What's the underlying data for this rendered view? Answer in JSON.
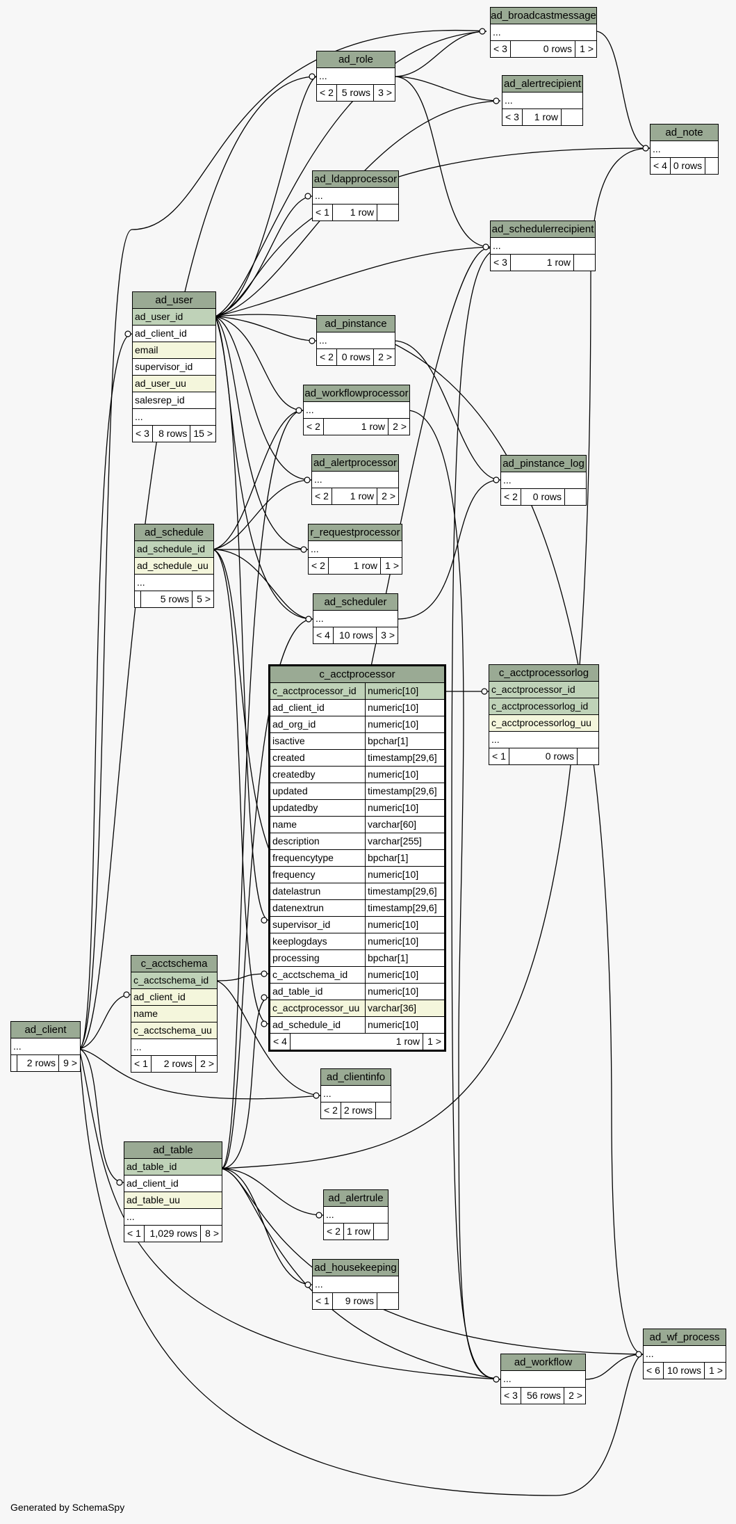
{
  "diagram": {
    "footer": "Generated by SchemaSpy",
    "tables": [
      {
        "id": "ad_broadcastmessage",
        "name": "ad_broadcastmessage",
        "rows": [
          {
            "text": "..."
          }
        ],
        "foot": [
          "< 3",
          "0 rows",
          "1 >"
        ]
      },
      {
        "id": "ad_role",
        "name": "ad_role",
        "rows": [
          {
            "text": "..."
          }
        ],
        "foot": [
          "< 2",
          "5 rows",
          "3 >"
        ]
      },
      {
        "id": "ad_alertrecipient",
        "name": "ad_alertrecipient",
        "rows": [
          {
            "text": "..."
          }
        ],
        "foot": [
          "< 3",
          "1 row",
          ""
        ]
      },
      {
        "id": "ad_note",
        "name": "ad_note",
        "rows": [
          {
            "text": "..."
          }
        ],
        "foot": [
          "< 4",
          "0 rows",
          ""
        ]
      },
      {
        "id": "ad_ldapprocessor",
        "name": "ad_ldapprocessor",
        "rows": [
          {
            "text": "..."
          }
        ],
        "foot": [
          "< 1",
          "1 row",
          ""
        ]
      },
      {
        "id": "ad_schedulerrecipient",
        "name": "ad_schedulerrecipient",
        "rows": [
          {
            "text": "..."
          }
        ],
        "foot": [
          "< 3",
          "1 row",
          ""
        ]
      },
      {
        "id": "ad_user",
        "name": "ad_user",
        "rows": [
          {
            "text": "ad_user_id",
            "kind": "pk"
          },
          {
            "text": "ad_client_id"
          },
          {
            "text": "email",
            "kind": "idx"
          },
          {
            "text": "supervisor_id"
          },
          {
            "text": "ad_user_uu",
            "kind": "idx"
          },
          {
            "text": "salesrep_id"
          },
          {
            "text": "..."
          }
        ],
        "foot": [
          "< 3",
          "8 rows",
          "15 >"
        ]
      },
      {
        "id": "ad_pinstance",
        "name": "ad_pinstance",
        "rows": [
          {
            "text": "..."
          }
        ],
        "foot": [
          "< 2",
          "0 rows",
          "2 >"
        ]
      },
      {
        "id": "ad_workflowprocessor",
        "name": "ad_workflowprocessor",
        "rows": [
          {
            "text": "..."
          }
        ],
        "foot": [
          "< 2",
          "1 row",
          "2 >"
        ]
      },
      {
        "id": "ad_pinstance_log",
        "name": "ad_pinstance_log",
        "rows": [
          {
            "text": "..."
          }
        ],
        "foot": [
          "< 2",
          "0 rows",
          ""
        ]
      },
      {
        "id": "ad_alertprocessor",
        "name": "ad_alertprocessor",
        "rows": [
          {
            "text": "..."
          }
        ],
        "foot": [
          "< 2",
          "1 row",
          "2 >"
        ]
      },
      {
        "id": "ad_schedule",
        "name": "ad_schedule",
        "rows": [
          {
            "text": "ad_schedule_id",
            "kind": "pk"
          },
          {
            "text": "ad_schedule_uu",
            "kind": "idx"
          },
          {
            "text": "..."
          }
        ],
        "foot": [
          "",
          "5 rows",
          "5 >"
        ]
      },
      {
        "id": "r_requestprocessor",
        "name": "r_requestprocessor",
        "rows": [
          {
            "text": "..."
          }
        ],
        "foot": [
          "< 2",
          "1 row",
          "1 >"
        ]
      },
      {
        "id": "ad_scheduler",
        "name": "ad_scheduler",
        "rows": [
          {
            "text": "..."
          }
        ],
        "foot": [
          "< 4",
          "10 rows",
          "3 >"
        ]
      },
      {
        "id": "c_acctprocessor",
        "name": "c_acctprocessor",
        "main": true,
        "rows": [
          {
            "text": "c_acctprocessor_id",
            "type": "numeric[10]",
            "kind": "pk"
          },
          {
            "text": "ad_client_id",
            "type": "numeric[10]"
          },
          {
            "text": "ad_org_id",
            "type": "numeric[10]"
          },
          {
            "text": "isactive",
            "type": "bpchar[1]"
          },
          {
            "text": "created",
            "type": "timestamp[29,6]"
          },
          {
            "text": "createdby",
            "type": "numeric[10]"
          },
          {
            "text": "updated",
            "type": "timestamp[29,6]"
          },
          {
            "text": "updatedby",
            "type": "numeric[10]"
          },
          {
            "text": "name",
            "type": "varchar[60]"
          },
          {
            "text": "description",
            "type": "varchar[255]"
          },
          {
            "text": "frequencytype",
            "type": "bpchar[1]"
          },
          {
            "text": "frequency",
            "type": "numeric[10]"
          },
          {
            "text": "datelastrun",
            "type": "timestamp[29,6]"
          },
          {
            "text": "datenextrun",
            "type": "timestamp[29,6]"
          },
          {
            "text": "supervisor_id",
            "type": "numeric[10]"
          },
          {
            "text": "keeplogdays",
            "type": "numeric[10]"
          },
          {
            "text": "processing",
            "type": "bpchar[1]"
          },
          {
            "text": "c_acctschema_id",
            "type": "numeric[10]"
          },
          {
            "text": "ad_table_id",
            "type": "numeric[10]"
          },
          {
            "text": "c_acctprocessor_uu",
            "type": "varchar[36]",
            "kind": "idx"
          },
          {
            "text": "ad_schedule_id",
            "type": "numeric[10]"
          }
        ],
        "foot": [
          "< 4",
          "1 row",
          "1 >"
        ]
      },
      {
        "id": "c_acctprocessorlog",
        "name": "c_acctprocessorlog",
        "rows": [
          {
            "text": "c_acctprocessor_id",
            "kind": "pk"
          },
          {
            "text": "c_acctprocessorlog_id",
            "kind": "pk"
          },
          {
            "text": "c_acctprocessorlog_uu",
            "kind": "idx"
          },
          {
            "text": "..."
          }
        ],
        "foot": [
          "< 1",
          "0 rows",
          ""
        ]
      },
      {
        "id": "c_acctschema",
        "name": "c_acctschema",
        "rows": [
          {
            "text": "c_acctschema_id",
            "kind": "pk"
          },
          {
            "text": "ad_client_id",
            "kind": "idx"
          },
          {
            "text": "name",
            "kind": "idx"
          },
          {
            "text": "c_acctschema_uu",
            "kind": "idx"
          },
          {
            "text": "..."
          }
        ],
        "foot": [
          "< 1",
          "2 rows",
          "2 >"
        ]
      },
      {
        "id": "ad_client",
        "name": "ad_client",
        "rows": [
          {
            "text": "..."
          }
        ],
        "foot": [
          "",
          "2 rows",
          "9 >"
        ]
      },
      {
        "id": "ad_clientinfo",
        "name": "ad_clientinfo",
        "rows": [
          {
            "text": "..."
          }
        ],
        "foot": [
          "< 2",
          "2 rows",
          ""
        ]
      },
      {
        "id": "ad_table",
        "name": "ad_table",
        "rows": [
          {
            "text": "ad_table_id",
            "kind": "pk"
          },
          {
            "text": "ad_client_id"
          },
          {
            "text": "ad_table_uu",
            "kind": "idx"
          },
          {
            "text": "..."
          }
        ],
        "foot": [
          "< 1",
          "1,029 rows",
          "8 >"
        ]
      },
      {
        "id": "ad_alertrule",
        "name": "ad_alertrule",
        "rows": [
          {
            "text": "..."
          }
        ],
        "foot": [
          "< 2",
          "1 row",
          ""
        ]
      },
      {
        "id": "ad_housekeeping",
        "name": "ad_housekeeping",
        "rows": [
          {
            "text": "..."
          }
        ],
        "foot": [
          "< 1",
          "9 rows",
          ""
        ]
      },
      {
        "id": "ad_wf_process",
        "name": "ad_wf_process",
        "rows": [
          {
            "text": "..."
          }
        ],
        "foot": [
          "< 6",
          "10 rows",
          "1 >"
        ]
      },
      {
        "id": "ad_workflow",
        "name": "ad_workflow",
        "rows": [
          {
            "text": "..."
          }
        ],
        "foot": [
          "< 3",
          "56 rows",
          "2 >"
        ]
      }
    ]
  }
}
